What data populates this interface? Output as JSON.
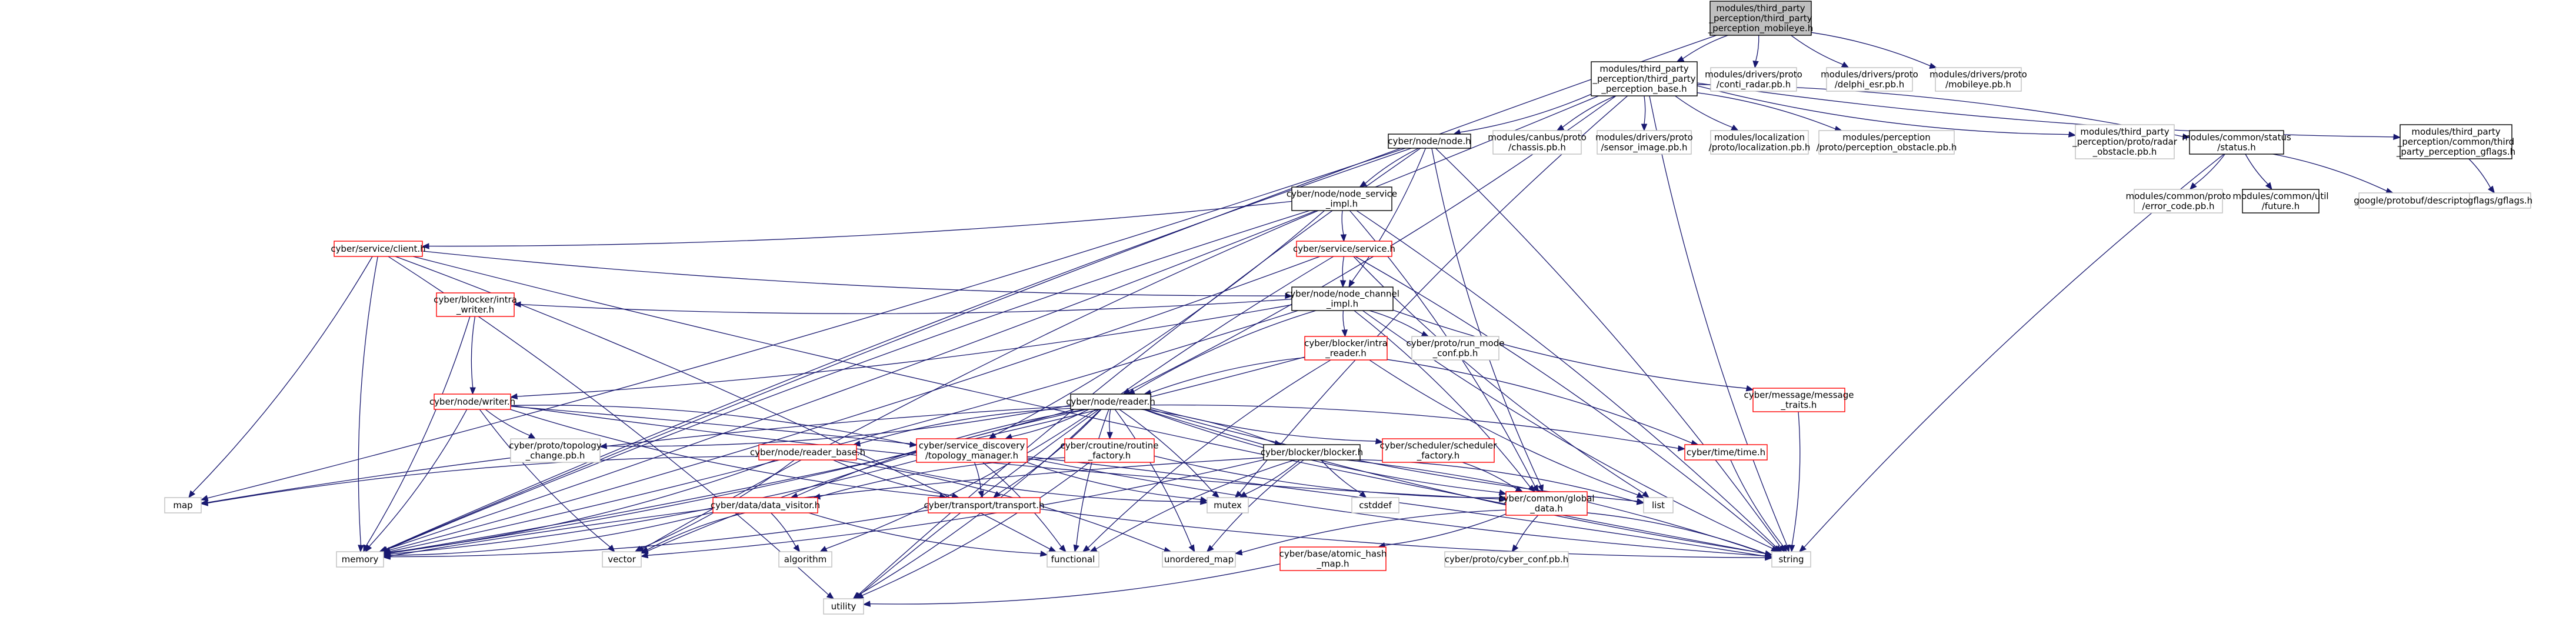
{
  "colors": {
    "edge": "#191970",
    "root_fill": "#bfbfbf",
    "border_normal": "#000000",
    "border_link": "#ff0000",
    "border_external": "#bfbfbf",
    "text": "#000000"
  },
  "nodes": [
    {
      "id": "root",
      "label": "modules/third_party\n_perception/third_party\n_perception_mobileye.h",
      "kind": "root"
    },
    {
      "id": "tpbase",
      "label": "modules/third_party\n_perception/third_party\n_perception_base.h",
      "kind": "normal"
    },
    {
      "id": "conti",
      "label": "modules/drivers/proto\n/conti_radar.pb.h",
      "kind": "external"
    },
    {
      "id": "delphi",
      "label": "modules/drivers/proto\n/delphi_esr.pb.h",
      "kind": "external"
    },
    {
      "id": "mobileye",
      "label": "modules/drivers/proto\n/mobileye.pb.h",
      "kind": "external"
    },
    {
      "id": "nodeh",
      "label": "cyber/node/node.h",
      "kind": "normal"
    },
    {
      "id": "chassis",
      "label": "modules/canbus/proto\n/chassis.pb.h",
      "kind": "external"
    },
    {
      "id": "sensorimg",
      "label": "modules/drivers/proto\n/sensor_image.pb.h",
      "kind": "external"
    },
    {
      "id": "localization",
      "label": "modules/localization\n/proto/localization.pb.h",
      "kind": "external"
    },
    {
      "id": "perceptobs",
      "label": "modules/perception\n/proto/perception_obstacle.pb.h",
      "kind": "external"
    },
    {
      "id": "radarobs",
      "label": "modules/third_party\n_perception/proto/radar\n_obstacle.pb.h",
      "kind": "external"
    },
    {
      "id": "statush",
      "label": "modules/common/status\n/status.h",
      "kind": "normal"
    },
    {
      "id": "gflagsh",
      "label": "modules/third_party\n_perception/common/third\n_party_perception_gflags.h",
      "kind": "normal"
    },
    {
      "id": "errorcode",
      "label": "modules/common/proto\n/error_code.pb.h",
      "kind": "external"
    },
    {
      "id": "futureh",
      "label": "modules/common/util\n/future.h",
      "kind": "normal"
    },
    {
      "id": "descriptor",
      "label": "google/protobuf/descriptor.h",
      "kind": "external"
    },
    {
      "id": "gflags",
      "label": "gflags/gflags.h",
      "kind": "external"
    },
    {
      "id": "nodesvc",
      "label": "cyber/node/node_service\n_impl.h",
      "kind": "normal"
    },
    {
      "id": "client",
      "label": "cyber/service/client.h",
      "kind": "link"
    },
    {
      "id": "service",
      "label": "cyber/service/service.h",
      "kind": "link"
    },
    {
      "id": "nodechan",
      "label": "cyber/node/node_channel\n_impl.h",
      "kind": "normal"
    },
    {
      "id": "intrawriter",
      "label": "cyber/blocker/intra\n_writer.h",
      "kind": "link"
    },
    {
      "id": "intrareader",
      "label": "cyber/blocker/intra\n_reader.h",
      "kind": "link"
    },
    {
      "id": "runmode",
      "label": "cyber/proto/run_mode\n_conf.pb.h",
      "kind": "external"
    },
    {
      "id": "msgtraits",
      "label": "cyber/message/message\n_traits.h",
      "kind": "link"
    },
    {
      "id": "writerh",
      "label": "cyber/node/writer.h",
      "kind": "link"
    },
    {
      "id": "readerh",
      "label": "cyber/node/reader.h",
      "kind": "normal"
    },
    {
      "id": "topochange",
      "label": "cyber/proto/topology\n_change.pb.h",
      "kind": "external"
    },
    {
      "id": "readerbase",
      "label": "cyber/node/reader_base.h",
      "kind": "link"
    },
    {
      "id": "topomgr",
      "label": "cyber/service_discovery\n/topology_manager.h",
      "kind": "link"
    },
    {
      "id": "routinefactory",
      "label": "cyber/croutine/routine\n_factory.h",
      "kind": "link"
    },
    {
      "id": "blockerh",
      "label": "cyber/blocker/blocker.h",
      "kind": "normal"
    },
    {
      "id": "schedfactory",
      "label": "cyber/scheduler/scheduler\n_factory.h",
      "kind": "link"
    },
    {
      "id": "timeh",
      "label": "cyber/time/time.h",
      "kind": "link"
    },
    {
      "id": "datavisitor",
      "label": "cyber/data/data_visitor.h",
      "kind": "link"
    },
    {
      "id": "transport",
      "label": "cyber/transport/transport.h",
      "kind": "link"
    },
    {
      "id": "globaldata",
      "label": "cyber/common/global\n_data.h",
      "kind": "link"
    },
    {
      "id": "atomichash",
      "label": "cyber/base/atomic_hash\n_map.h",
      "kind": "link"
    },
    {
      "id": "cyberconf",
      "label": "cyber/proto/cyber_conf.pb.h",
      "kind": "external"
    },
    {
      "id": "map",
      "label": "map",
      "kind": "external"
    },
    {
      "id": "memory",
      "label": "memory",
      "kind": "external"
    },
    {
      "id": "vector",
      "label": "vector",
      "kind": "external"
    },
    {
      "id": "algorithm",
      "label": "algorithm",
      "kind": "external"
    },
    {
      "id": "functional",
      "label": "functional",
      "kind": "external"
    },
    {
      "id": "unorderedmap",
      "label": "unordered_map",
      "kind": "external"
    },
    {
      "id": "mutex",
      "label": "mutex",
      "kind": "external"
    },
    {
      "id": "cstddef",
      "label": "cstddef",
      "kind": "external"
    },
    {
      "id": "list",
      "label": "list",
      "kind": "external"
    },
    {
      "id": "string",
      "label": "string",
      "kind": "external"
    },
    {
      "id": "utility",
      "label": "utility",
      "kind": "external"
    }
  ],
  "edges": [
    [
      "root",
      "tpbase"
    ],
    [
      "root",
      "conti"
    ],
    [
      "root",
      "delphi"
    ],
    [
      "root",
      "mobileye"
    ],
    [
      "root",
      "memory"
    ],
    [
      "tpbase",
      "nodeh"
    ],
    [
      "tpbase",
      "chassis"
    ],
    [
      "tpbase",
      "sensorimg"
    ],
    [
      "tpbase",
      "localization"
    ],
    [
      "tpbase",
      "perceptobs"
    ],
    [
      "tpbase",
      "radarobs"
    ],
    [
      "tpbase",
      "statush"
    ],
    [
      "tpbase",
      "gflagsh"
    ],
    [
      "tpbase",
      "readerh"
    ],
    [
      "tpbase",
      "mutex"
    ],
    [
      "tpbase",
      "memory"
    ],
    [
      "tpbase",
      "string"
    ],
    [
      "statush",
      "errorcode"
    ],
    [
      "statush",
      "futureh"
    ],
    [
      "statush",
      "descriptor"
    ],
    [
      "statush",
      "string"
    ],
    [
      "gflagsh",
      "gflags"
    ],
    [
      "nodeh",
      "nodesvc"
    ],
    [
      "nodeh",
      "nodechan"
    ],
    [
      "nodeh",
      "memory"
    ],
    [
      "nodeh",
      "string"
    ],
    [
      "nodeh",
      "utility"
    ],
    [
      "nodeh",
      "map"
    ],
    [
      "nodeh",
      "globaldata"
    ],
    [
      "nodesvc",
      "client"
    ],
    [
      "nodesvc",
      "service"
    ],
    [
      "nodesvc",
      "topomgr"
    ],
    [
      "nodesvc",
      "memory"
    ],
    [
      "nodesvc",
      "string"
    ],
    [
      "nodesvc",
      "vector"
    ],
    [
      "nodesvc",
      "globaldata"
    ],
    [
      "client",
      "nodechan"
    ],
    [
      "client",
      "map"
    ],
    [
      "client",
      "memory"
    ],
    [
      "client",
      "utility"
    ],
    [
      "client",
      "string"
    ],
    [
      "client",
      "functional"
    ],
    [
      "service",
      "nodechan"
    ],
    [
      "service",
      "memory"
    ],
    [
      "service",
      "list"
    ],
    [
      "service",
      "string"
    ],
    [
      "service",
      "utility"
    ],
    [
      "nodechan",
      "intrawriter"
    ],
    [
      "nodechan",
      "intrareader"
    ],
    [
      "nodechan",
      "runmode"
    ],
    [
      "nodechan",
      "msgtraits"
    ],
    [
      "nodechan",
      "writerh"
    ],
    [
      "nodechan",
      "readerh"
    ],
    [
      "nodechan",
      "memory"
    ],
    [
      "nodechan",
      "string"
    ],
    [
      "nodechan",
      "globaldata"
    ],
    [
      "intrawriter",
      "writerh"
    ],
    [
      "intrawriter",
      "memory"
    ],
    [
      "intrareader",
      "readerh"
    ],
    [
      "intrareader",
      "memory"
    ],
    [
      "intrareader",
      "list"
    ],
    [
      "intrareader",
      "timeh"
    ],
    [
      "intrareader",
      "functional"
    ],
    [
      "msgtraits",
      "string"
    ],
    [
      "writerh",
      "topochange"
    ],
    [
      "writerh",
      "topomgr"
    ],
    [
      "writerh",
      "transport"
    ],
    [
      "writerh",
      "memory"
    ],
    [
      "writerh",
      "vector"
    ],
    [
      "writerh",
      "string"
    ],
    [
      "writerh",
      "globaldata"
    ],
    [
      "readerh",
      "topochange"
    ],
    [
      "readerh",
      "readerbase"
    ],
    [
      "readerh",
      "topomgr"
    ],
    [
      "readerh",
      "routinefactory"
    ],
    [
      "readerh",
      "blockerh"
    ],
    [
      "readerh",
      "schedfactory"
    ],
    [
      "readerh",
      "timeh"
    ],
    [
      "readerh",
      "datavisitor"
    ],
    [
      "readerh",
      "transport"
    ],
    [
      "readerh",
      "globaldata"
    ],
    [
      "readerh",
      "memory"
    ],
    [
      "readerh",
      "vector"
    ],
    [
      "readerh",
      "algorithm"
    ],
    [
      "readerh",
      "list"
    ],
    [
      "readerh",
      "mutex"
    ],
    [
      "readerh",
      "string"
    ],
    [
      "readerh",
      "unorderedmap"
    ],
    [
      "readerh",
      "functional"
    ],
    [
      "readerh",
      "utility"
    ],
    [
      "readerh",
      "map"
    ],
    [
      "readerbase",
      "memory"
    ],
    [
      "readerbase",
      "map"
    ],
    [
      "readerbase",
      "vector"
    ],
    [
      "readerbase",
      "mutex"
    ],
    [
      "readerbase",
      "unorderedmap"
    ],
    [
      "readerbase",
      "transport"
    ],
    [
      "topomgr",
      "memory"
    ],
    [
      "topomgr",
      "mutex"
    ],
    [
      "topomgr",
      "functional"
    ],
    [
      "topomgr",
      "string"
    ],
    [
      "topomgr",
      "transport"
    ],
    [
      "routinefactory",
      "datavisitor"
    ],
    [
      "routinefactory",
      "utility"
    ],
    [
      "routinefactory",
      "globaldata"
    ],
    [
      "blockerh",
      "mutex"
    ],
    [
      "blockerh",
      "cstddef"
    ],
    [
      "blockerh",
      "list"
    ],
    [
      "blockerh",
      "memory"
    ],
    [
      "blockerh",
      "vector"
    ],
    [
      "blockerh",
      "unorderedmap"
    ],
    [
      "blockerh",
      "string"
    ],
    [
      "blockerh",
      "functional"
    ],
    [
      "schedfactory",
      "globaldata"
    ],
    [
      "timeh",
      "string"
    ],
    [
      "datavisitor",
      "algorithm"
    ],
    [
      "datavisitor",
      "functional"
    ],
    [
      "datavisitor",
      "memory"
    ],
    [
      "datavisitor",
      "vector"
    ],
    [
      "transport",
      "memory"
    ],
    [
      "transport",
      "string"
    ],
    [
      "globaldata",
      "atomichash"
    ],
    [
      "globaldata",
      "cyberconf"
    ],
    [
      "globaldata",
      "string"
    ],
    [
      "globaldata",
      "unorderedmap"
    ],
    [
      "atomichash",
      "utility"
    ]
  ]
}
